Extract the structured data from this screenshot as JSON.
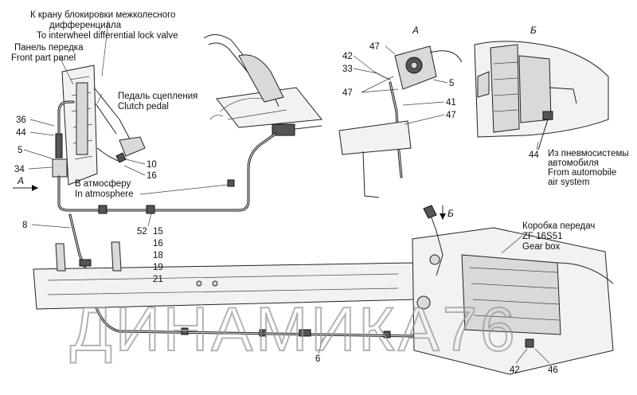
{
  "labels": {
    "kran_ru_1": "К крану блокировки межколесного",
    "kran_ru_2": "дифференциала",
    "kran_en": "To interwheel differential lock valve",
    "panel_ru": "Панель передка",
    "panel_en": "Front part panel",
    "pedal_ru": "Педаль сцепления",
    "pedal_en": "Clutch pedal",
    "atm_ru": "В атмосферу",
    "atm_en": "In atmosphere",
    "air_ru_1": "Из пневмосистемы",
    "air_ru_2": "автомобиля",
    "air_en_1": "From automobile",
    "air_en_2": "air system",
    "gearbox_ru": "Коробка передач",
    "gearbox_model": "ZF 16S51",
    "gearbox_en": "Gear box"
  },
  "view_letters": {
    "a_top": "А",
    "b_top": "Б",
    "a_arrow": "А",
    "b_arrow": "Б"
  },
  "callouts": {
    "n36": "36",
    "n44_left": "44",
    "n5_left": "5",
    "n34": "34",
    "n10": "10",
    "n16_pedal": "16",
    "n8": "8",
    "n52": "52",
    "n15": "15",
    "n16": "16",
    "n18": "18",
    "n19": "19",
    "n21": "21",
    "n6": "6",
    "n42_top": "42",
    "n33": "33",
    "n47_top": "47",
    "n47_mid": "47",
    "n5_right": "5",
    "n41": "41",
    "n47_right": "47",
    "n44_right": "44",
    "n42_bottom": "42",
    "n46": "46"
  },
  "watermark": "ДИНАМИКА76"
}
